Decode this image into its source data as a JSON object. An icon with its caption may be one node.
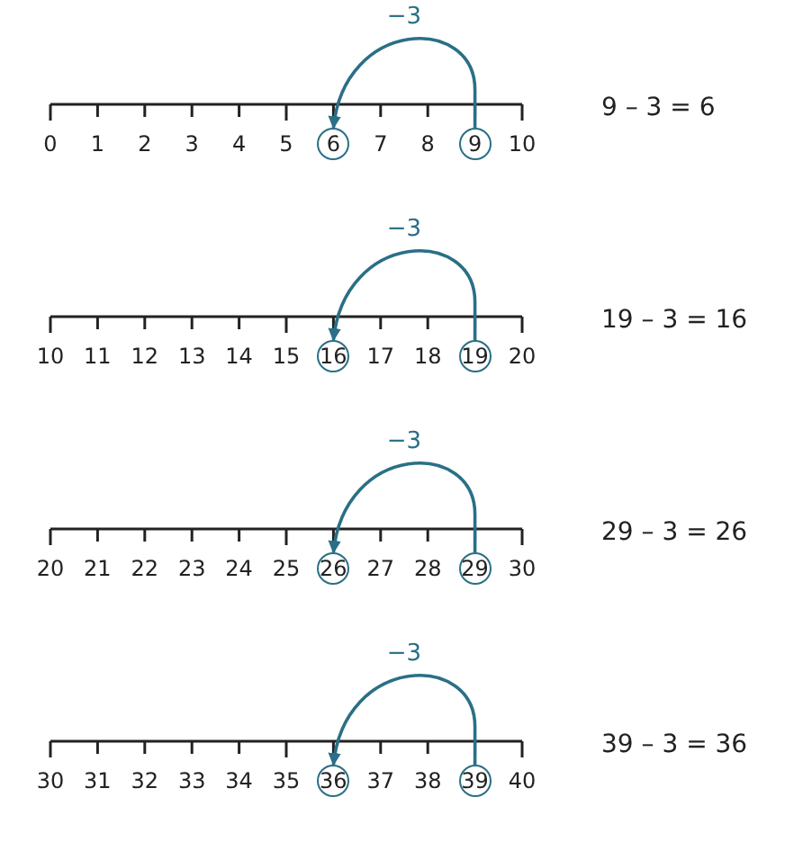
{
  "diagram": {
    "nodes": [
      {
        "text": [
          "6"
        ]
      },
      {
        "text": [
          "9"
        ]
      },
      {
        "text": [
          "16"
        ]
      },
      {
        "text": [
          "19"
        ]
      },
      {
        "text": [
          "26"
        ]
      },
      {
        "text": [
          "29"
        ]
      },
      {
        "text": [
          "36"
        ]
      },
      {
        "text": [
          "39"
        ]
      }
    ],
    "edges": [
      {
        "from": 1,
        "to": 0,
        "arrow": "to",
        "label": "−3"
      },
      {
        "from": 3,
        "to": 2,
        "arrow": "to",
        "label": "−3"
      },
      {
        "from": 5,
        "to": 4,
        "arrow": "to",
        "label": "−3"
      },
      {
        "from": 7,
        "to": 6,
        "arrow": "to",
        "label": "−3"
      }
    ],
    "labels": [
      "0",
      "1",
      "2",
      "3",
      "4",
      "5",
      "7",
      "8",
      "10",
      "9 – 3 = 6",
      "10",
      "11",
      "12",
      "13",
      "14",
      "15",
      "17",
      "18",
      "20",
      "19 – 3 = 16",
      "20",
      "21",
      "22",
      "23",
      "24",
      "25",
      "27",
      "28",
      "30",
      "29 – 3 = 26",
      "30",
      "31",
      "32",
      "33",
      "34",
      "35",
      "37",
      "38",
      "40",
      "39 – 3 = 36"
    ]
  }
}
